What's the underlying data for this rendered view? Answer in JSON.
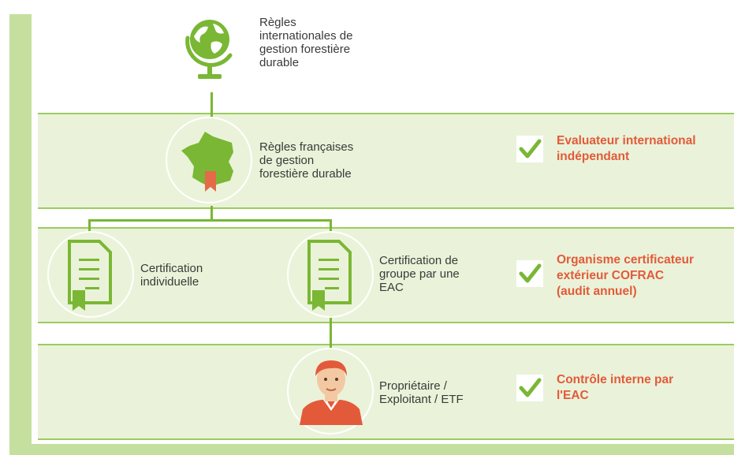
{
  "steps": {
    "international": {
      "label_lines": [
        "Règles",
        "internationales de",
        "gestion forestière",
        "durable"
      ],
      "icon": "globe-icon"
    },
    "french": {
      "label_lines": [
        "Règles françaises",
        "de gestion",
        "forestière durable"
      ],
      "icon": "france-map-icon"
    },
    "individual": {
      "label_lines": [
        "Certification",
        "individuelle"
      ],
      "icon": "certificate-icon"
    },
    "group": {
      "label_lines": [
        "Certification de",
        "groupe par une",
        "EAC"
      ],
      "icon": "certificate-icon"
    },
    "owner": {
      "label_lines": [
        "Propriétaire /",
        "Exploitant / ETF"
      ],
      "icon": "person-icon"
    }
  },
  "controls": [
    {
      "lines": [
        "Evaluateur international",
        "indépendant"
      ],
      "icon": "check-icon"
    },
    {
      "lines": [
        "Organisme certificateur",
        "extérieur COFRAC",
        "(audit annuel)"
      ],
      "icon": "check-icon"
    },
    {
      "lines": [
        "Contrôle interne par",
        "l'EAC"
      ],
      "icon": "check-icon"
    }
  ],
  "colors": {
    "green": "#7ab734",
    "band": "#eaf3d9",
    "border": "#c5df9e",
    "accent_red": "#e35a3a",
    "text": "#3a3a3a"
  }
}
